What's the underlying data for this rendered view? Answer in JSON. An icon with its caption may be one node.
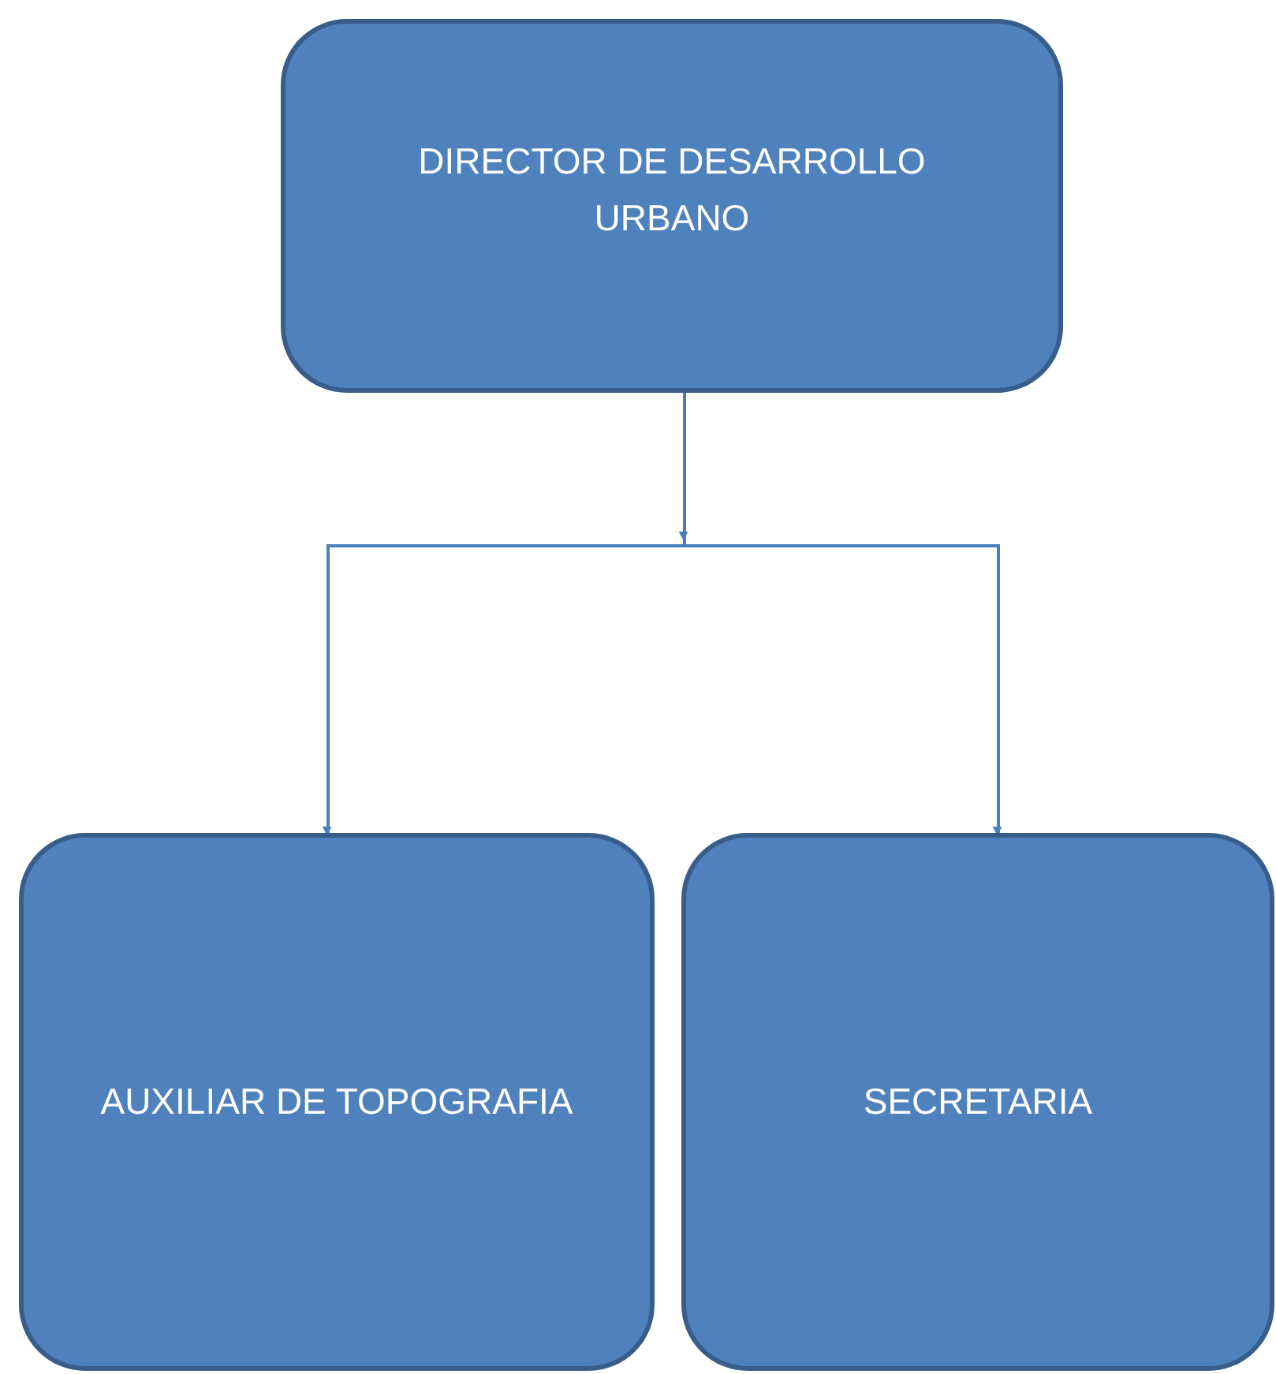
{
  "diagram": {
    "nodes": [
      {
        "text": [
          "DIRECTOR DE DESARROLLO URBANO"
        ]
      },
      {
        "text": [
          "AUXILIAR DE TOPOGRAFIA"
        ]
      },
      {
        "text": [
          "SECRETARIA"
        ]
      }
    ],
    "edges": [
      {
        "from": 0,
        "to": 1,
        "arrow": "to"
      },
      {
        "from": 0,
        "to": 2,
        "arrow": "to"
      }
    ]
  }
}
